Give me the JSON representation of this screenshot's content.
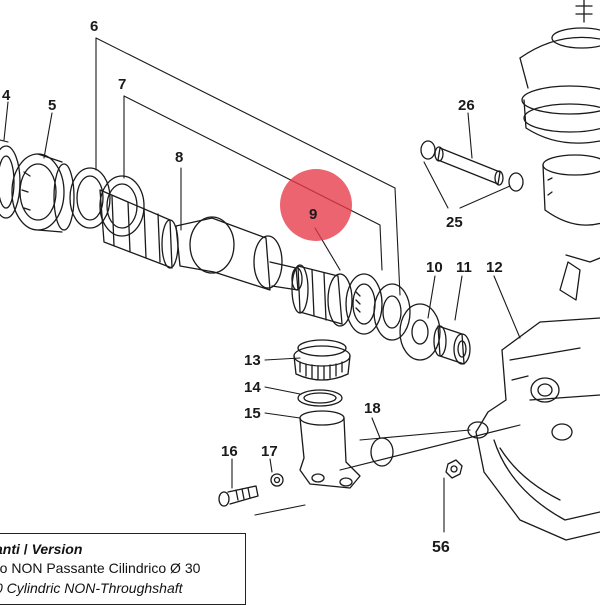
{
  "callouts": {
    "c4": "4",
    "c5": "5",
    "c6": "6",
    "c7": "7",
    "c8": "8",
    "c9": "9",
    "c10": "10",
    "c11": "11",
    "c12": "12",
    "c13": "13",
    "c14": "14",
    "c15": "15",
    "c16": "16",
    "c17": "17",
    "c18": "18",
    "c25": "25",
    "c26": "26",
    "c56": "56"
  },
  "highlight_color": "#e63946",
  "caption": {
    "line1_a": "anti",
    "line1_sep": " / ",
    "line1_b": "Version",
    "line2": "ro NON Passante Cilindrico Ø 30",
    "line3": "0 Cylindric NON-Throughshaft"
  }
}
